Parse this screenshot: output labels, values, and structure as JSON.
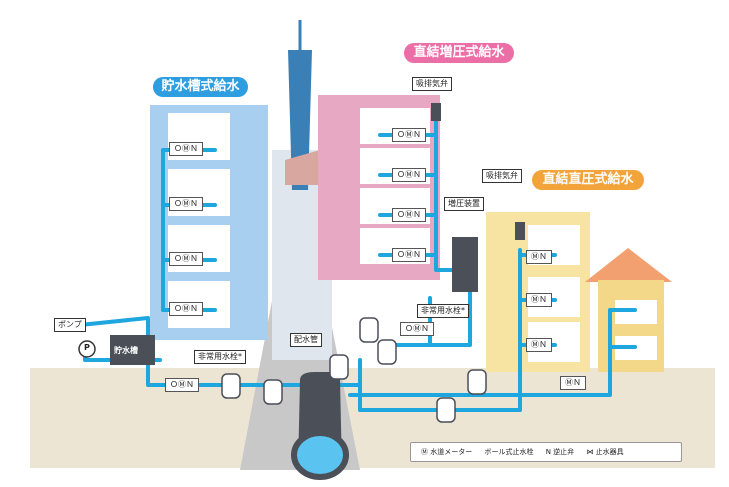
{
  "titles": {
    "tank": "貯水槽式給水",
    "booster": "直結増圧式給水",
    "direct": "直結直圧式給水"
  },
  "labels": {
    "air_valve_booster": "吸排気弁",
    "air_valve_direct": "吸排気弁",
    "booster_device": "増圧装置",
    "emergency_booster": "非常用水栓*",
    "emergency_tank": "非常用水栓*",
    "pump": "ポンプ",
    "pump_symbol": "P",
    "water_tank": "貯水槽",
    "main_pipe": "配水管"
  },
  "meter_symbol": "ＯⓂＮ",
  "meter_symbol_alt": "ⓂＮ",
  "legend": {
    "meter": "Ⓜ 水道メーター",
    "ball_valve": "ボール式止水栓",
    "check_valve": "N 逆止弁",
    "stop_valve": "⋈ 止水器具"
  },
  "colors": {
    "pipe": "#1ea6df",
    "tank_building": "#a9cff0",
    "booster_building": "#e7a8c3",
    "direct_building": "#f7e3a2",
    "house": "#f3d889",
    "title_tank": "#2e9ee0",
    "title_booster": "#ec6ea7",
    "title_direct": "#f2a43a"
  }
}
